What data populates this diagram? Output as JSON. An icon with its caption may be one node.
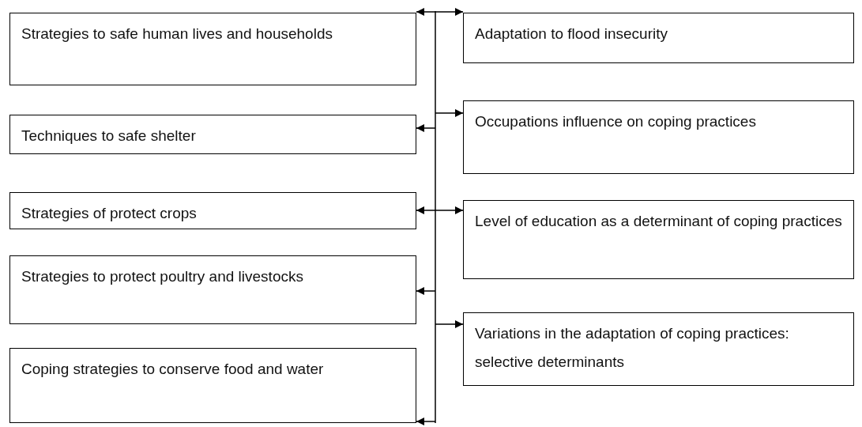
{
  "diagram": {
    "nodes": [
      {
        "text": [
          "Strategies to safe human lives and households"
        ]
      },
      {
        "text": [
          "Techniques to safe shelter"
        ]
      },
      {
        "text": [
          "Strategies of protect crops"
        ]
      },
      {
        "text": [
          "Strategies to protect poultry and livestocks"
        ]
      },
      {
        "text": [
          "Coping strategies to conserve food and water"
        ]
      },
      {
        "text": [
          "Adaptation to flood insecurity"
        ]
      },
      {
        "text": [
          "Occupations influence on coping practices"
        ]
      },
      {
        "text": [
          "Level of education as a determinant of coping practices"
        ]
      },
      {
        "text": [
          "Variations in the adaptation of coping practices: selective determinants"
        ]
      }
    ],
    "edges": [
      {
        "from": null,
        "to": 0,
        "arrow": "to"
      },
      {
        "from": null,
        "to": 1,
        "arrow": "to"
      },
      {
        "from": null,
        "to": 2,
        "arrow": "to"
      },
      {
        "from": null,
        "to": 3,
        "arrow": "to"
      },
      {
        "from": null,
        "to": 4,
        "arrow": "to"
      },
      {
        "from": null,
        "to": 5,
        "arrow": "to"
      },
      {
        "from": null,
        "to": 6,
        "arrow": "to"
      },
      {
        "from": null,
        "to": 7,
        "arrow": "to"
      },
      {
        "from": null,
        "to": 8,
        "arrow": "to"
      }
    ]
  }
}
